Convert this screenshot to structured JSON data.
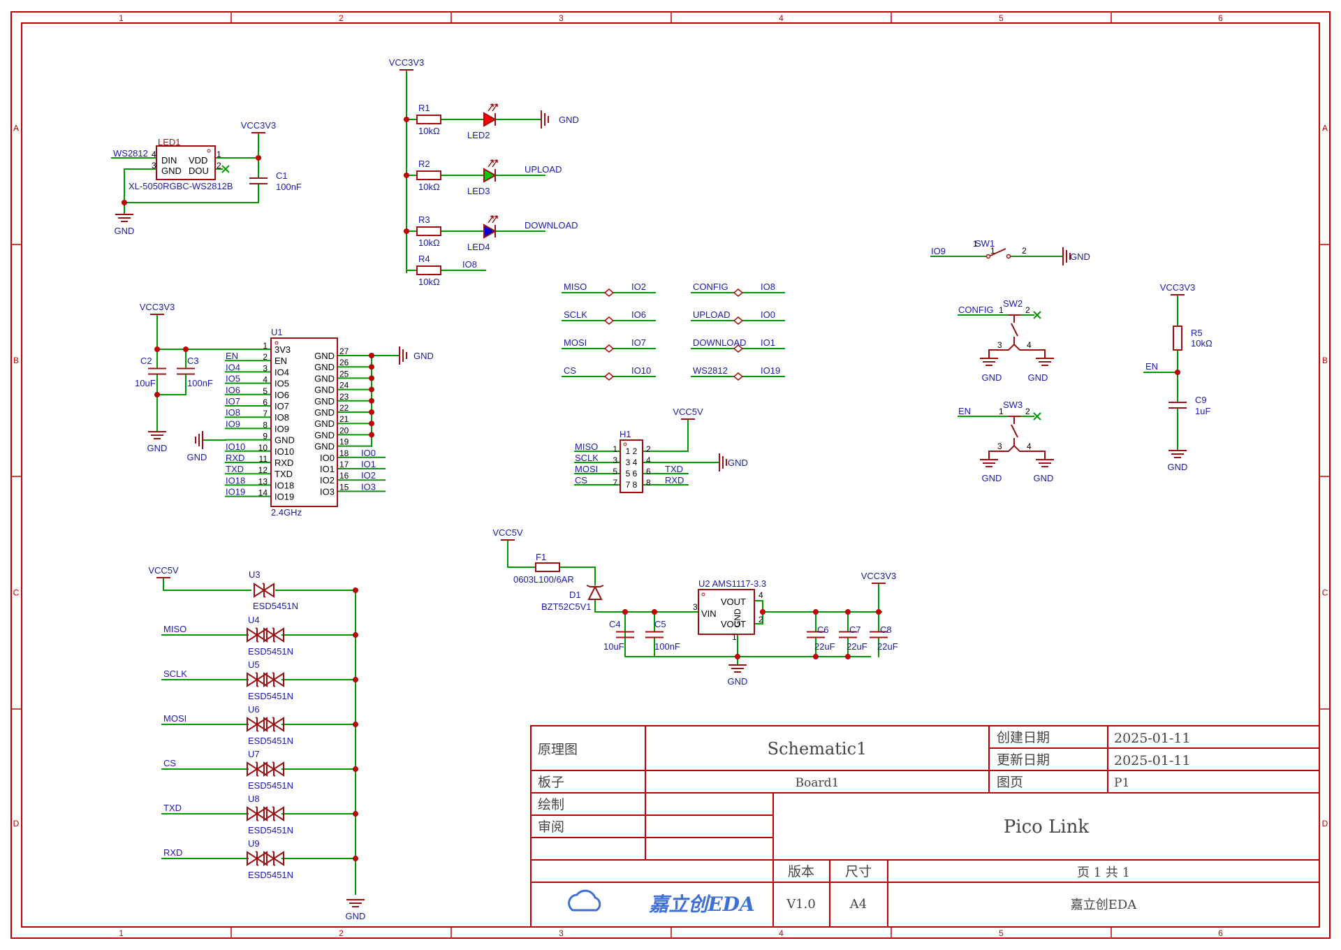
{
  "colors": {
    "border": "#c00000",
    "wire": "#009900",
    "net": "#1a1aaa",
    "part": "#9b1111",
    "junction": "#c00000",
    "led_red": "#ff0000",
    "led_green": "#00cc00",
    "led_blue": "#0000dd",
    "logo": "#3d6fd6"
  },
  "frame": {
    "col_labels": [
      "1",
      "2",
      "3",
      "4",
      "5",
      "6"
    ],
    "row_labels": [
      "A",
      "B",
      "C",
      "D"
    ]
  },
  "title_block": {
    "label_schematic": "原理图",
    "schematic_name": "Schematic1",
    "label_created": "创建日期",
    "created": "2025-01-11",
    "label_updated": "更新日期",
    "updated": "2025-01-11",
    "label_board": "板子",
    "board": "Board1",
    "label_page": "图页",
    "page": "P1",
    "label_drawn": "绘制",
    "label_review": "审阅",
    "title": "Pico Link",
    "label_version": "版本",
    "label_size": "尺寸",
    "page_count": "页    1     共    1",
    "logo": "嘉立创EDA",
    "version": "V1.0",
    "size": "A4",
    "company": "嘉立创EDA"
  },
  "schematic": {
    "led1": {
      "ref": "LED1",
      "part": "XL-5050RGBC-WS2812B",
      "net_in": "WS2812",
      "pins": [
        "DIN",
        "VDD",
        "GND",
        "DOU"
      ],
      "pin_nums": [
        "4",
        "1",
        "3",
        "2"
      ],
      "power": "VCC3V3",
      "gnd": "GND"
    },
    "c1": {
      "ref": "C1",
      "value": "100nF"
    },
    "led_bank": {
      "power": "VCC3V3",
      "gnd": "GND",
      "rows": [
        {
          "res": "R1",
          "value": "10kΩ",
          "led": "LED2",
          "net": "GND"
        },
        {
          "res": "R2",
          "value": "10kΩ",
          "led": "LED3",
          "net": "UPLOAD"
        },
        {
          "res": "R3",
          "value": "10kΩ",
          "led": "LED4",
          "net": "DOWNLOAD"
        },
        {
          "res": "R4",
          "value": "10kΩ",
          "led": "",
          "net": "IO8"
        }
      ]
    },
    "net_ties": [
      [
        "MISO",
        "IO2"
      ],
      [
        "SCLK",
        "IO6"
      ],
      [
        "MOSI",
        "IO7"
      ],
      [
        "CS",
        "IO10"
      ],
      [
        "CONFIG",
        "IO8"
      ],
      [
        "UPLOAD",
        "IO0"
      ],
      [
        "DOWNLOAD",
        "IO1"
      ],
      [
        "WS2812",
        "IO19"
      ]
    ],
    "u1": {
      "ref": "U1",
      "value": "2.4GHz",
      "left_pins": [
        {
          "n": "1",
          "name": "3V3",
          "net": ""
        },
        {
          "n": "2",
          "name": "EN",
          "net": "EN"
        },
        {
          "n": "3",
          "name": "IO4",
          "net": "IO4"
        },
        {
          "n": "4",
          "name": "IO5",
          "net": "IO5"
        },
        {
          "n": "5",
          "name": "IO6",
          "net": "IO6"
        },
        {
          "n": "6",
          "name": "IO7",
          "net": "IO7"
        },
        {
          "n": "7",
          "name": "IO8",
          "net": "IO8"
        },
        {
          "n": "8",
          "name": "IO9",
          "net": "IO9"
        },
        {
          "n": "9",
          "name": "GND",
          "net": ""
        },
        {
          "n": "10",
          "name": "IO10",
          "net": "IO10"
        },
        {
          "n": "11",
          "name": "RXD",
          "net": "RXD"
        },
        {
          "n": "12",
          "name": "TXD",
          "net": "TXD"
        },
        {
          "n": "13",
          "name": "IO18",
          "net": "IO18"
        },
        {
          "n": "14",
          "name": "IO19",
          "net": "IO19"
        }
      ],
      "right_pins": [
        {
          "n": "27",
          "name": "GND",
          "net": ""
        },
        {
          "n": "26",
          "name": "GND",
          "net": ""
        },
        {
          "n": "25",
          "name": "GND",
          "net": ""
        },
        {
          "n": "24",
          "name": "GND",
          "net": ""
        },
        {
          "n": "23",
          "name": "GND",
          "net": ""
        },
        {
          "n": "22",
          "name": "GND",
          "net": ""
        },
        {
          "n": "21",
          "name": "GND",
          "net": ""
        },
        {
          "n": "20",
          "name": "GND",
          "net": ""
        },
        {
          "n": "19",
          "name": "GND",
          "net": ""
        },
        {
          "n": "18",
          "name": "IO0",
          "net": "IO0"
        },
        {
          "n": "17",
          "name": "IO1",
          "net": "IO1"
        },
        {
          "n": "16",
          "name": "IO2",
          "net": "IO2"
        },
        {
          "n": "15",
          "name": "IO3",
          "net": "IO3"
        }
      ],
      "power": "VCC3V3",
      "gnd": "GND"
    },
    "c2": {
      "ref": "C2",
      "value": "10uF"
    },
    "c3": {
      "ref": "C3",
      "value": "100nF"
    },
    "h1": {
      "ref": "H1",
      "left_nets": [
        "MISO",
        "SCLK",
        "MOSI",
        "CS"
      ],
      "left_pin_nums": [
        "1",
        "3",
        "5",
        "7"
      ],
      "right_nets": [
        "",
        "GND",
        "TXD",
        "RXD"
      ],
      "right_pin_nums": [
        "2",
        "4",
        "6",
        "8"
      ],
      "inner_pins": [
        "1 2",
        "3 4",
        "5 6",
        "7 8"
      ],
      "power": "VCC5V"
    },
    "sw1": {
      "ref": "SW1",
      "net": "IO9",
      "p1": "1",
      "p2": "2",
      "gnd": "GND"
    },
    "sw2": {
      "ref": "SW2",
      "net": "CONFIG",
      "p1": "1",
      "p2": "2",
      "p3": "3",
      "p4": "4",
      "gnd": "GND"
    },
    "sw3": {
      "ref": "SW3",
      "net": "EN",
      "p1": "1",
      "p2": "2",
      "p3": "3",
      "p4": "4",
      "gnd": "GND"
    },
    "r5": {
      "ref": "R5",
      "value": "10kΩ",
      "net": "EN",
      "power": "VCC3V3",
      "gnd": "GND"
    },
    "c9": {
      "ref": "C9",
      "value": "1uF"
    },
    "esd": {
      "power": "VCC5V",
      "gnd": "GND",
      "rows": [
        {
          "ref": "U3",
          "part": "ESD5451N",
          "net": ""
        },
        {
          "ref": "U4",
          "part": "ESD5451N",
          "net": "MISO"
        },
        {
          "ref": "U5",
          "part": "ESD5451N",
          "net": "SCLK"
        },
        {
          "ref": "U6",
          "part": "ESD5451N",
          "net": "MOSI"
        },
        {
          "ref": "U7",
          "part": "ESD5451N",
          "net": "CS"
        },
        {
          "ref": "U8",
          "part": "ESD5451N",
          "net": "TXD"
        },
        {
          "ref": "U9",
          "part": "ESD5451N",
          "net": "RXD"
        }
      ]
    },
    "regulator": {
      "vin": "VCC5V",
      "vout": "VCC3V3",
      "gnd": "GND",
      "f1": {
        "ref": "F1",
        "part": "0603L100/6AR"
      },
      "d1": {
        "ref": "D1",
        "part": "BZT52C5V1"
      },
      "u2": {
        "ref": "U2",
        "part": "AMS1117-3.3",
        "pins": [
          "VIN",
          "VOUT",
          "GND",
          "VOUT"
        ],
        "pin_nums": [
          "3",
          "4",
          "1",
          "2"
        ]
      },
      "caps": [
        {
          "ref": "C4",
          "value": "10uF"
        },
        {
          "ref": "C5",
          "value": "100nF"
        },
        {
          "ref": "C6",
          "value": "22uF"
        },
        {
          "ref": "C7",
          "value": "22uF"
        },
        {
          "ref": "C8",
          "value": "22uF"
        }
      ]
    }
  }
}
